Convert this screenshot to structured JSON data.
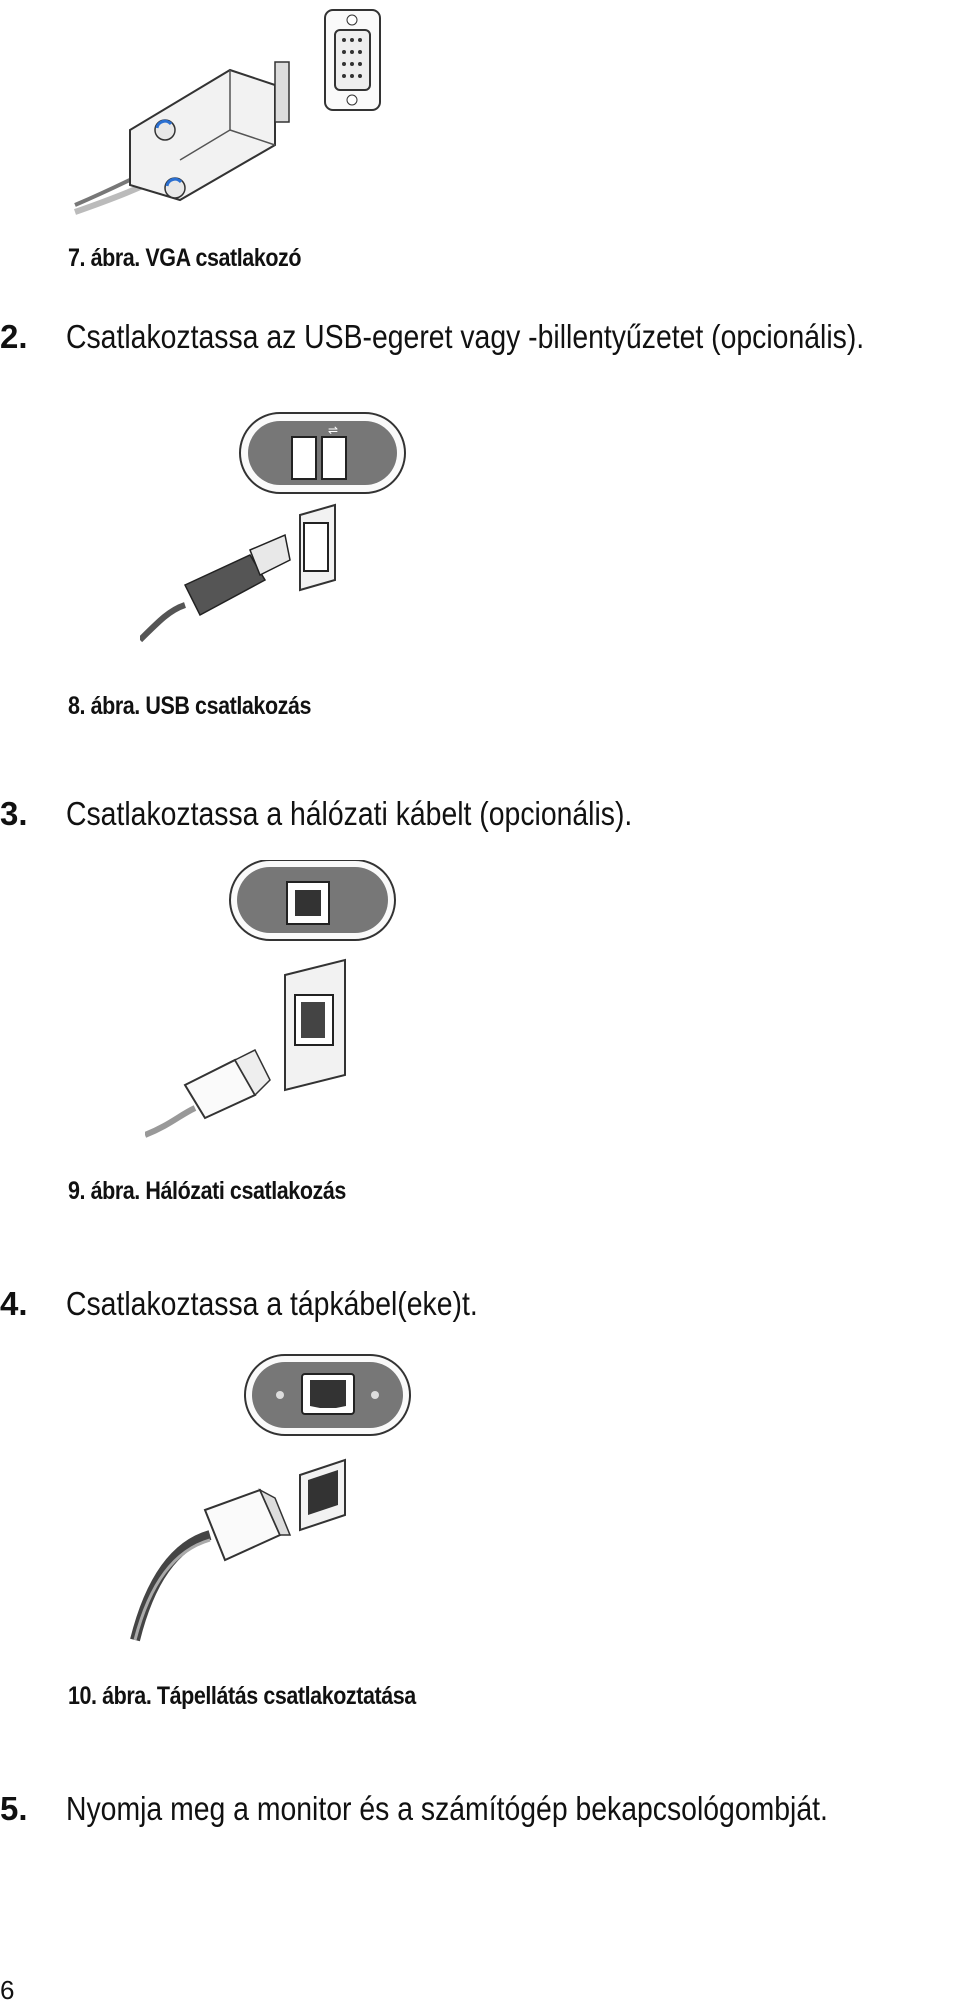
{
  "figures": [
    {
      "caption": "7. ábra. VGA csatlakozó",
      "icon": "vga-connector-illustration"
    },
    {
      "caption": "8. ábra. USB csatlakozás",
      "icon": "usb-connector-illustration"
    },
    {
      "caption": "9. ábra. Hálózati csatlakozás",
      "icon": "network-connector-illustration"
    },
    {
      "caption": "10. ábra. Tápellátás csatlakoztatása",
      "icon": "power-connector-illustration"
    }
  ],
  "steps": [
    {
      "number": "2.",
      "text": "Csatlakoztassa az USB-egeret vagy -billentyűzetet (opcionális)."
    },
    {
      "number": "3.",
      "text": "Csatlakoztassa a hálózati kábelt (opcionális)."
    },
    {
      "number": "4.",
      "text": "Csatlakoztassa a tápkábel(eke)t."
    },
    {
      "number": "5.",
      "text": "Nyomja meg a monitor és a számítógép bekapcsológombját."
    }
  ],
  "page_number": "6"
}
